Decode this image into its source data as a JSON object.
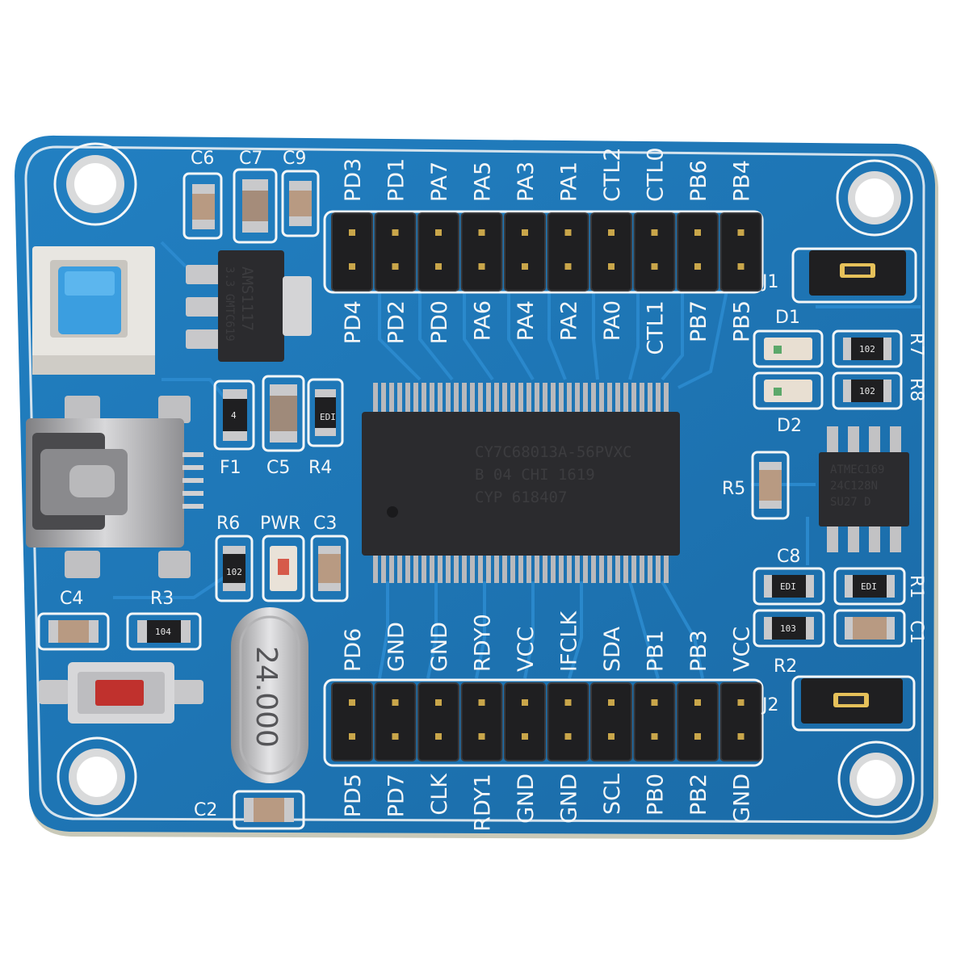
{
  "board": {
    "colors": {
      "pcb": "#1d74b4",
      "pcb_dark": "#155d94",
      "trace": "#2a86c8",
      "silkscreen": "#f4f6f7",
      "chip": "#2b2b2e",
      "header": "#1f1f21",
      "gold": "#c9a64a",
      "background": "#ffffff"
    },
    "top_refs": [
      "C6",
      "C7",
      "C9"
    ],
    "j1_top_labels": [
      "PD3",
      "PD1",
      "PA7",
      "PA5",
      "PA3",
      "PA1",
      "CTL2",
      "CTL0",
      "PB6",
      "PB4"
    ],
    "j1_bottom_labels": [
      "PD4",
      "PD2",
      "PD0",
      "PA6",
      "PA4",
      "PA2",
      "PA0",
      "CTL1",
      "PB7",
      "PB5"
    ],
    "j2_top_labels": [
      "PD6",
      "GND",
      "GND",
      "RDY0",
      "VCC",
      "IFCLK",
      "SDA",
      "PB1",
      "PB3",
      "VCC"
    ],
    "j2_bottom_labels": [
      "PD5",
      "PD7",
      "CLK",
      "RDY1",
      "GND",
      "GND",
      "SCL",
      "PB0",
      "PB2",
      "GND"
    ],
    "j1_label": "J1",
    "j2_label": "J2",
    "mid_refs": {
      "f1": "F1",
      "c5": "C5",
      "r4": "R4",
      "r6": "R6",
      "pwr": "PWR",
      "c3": "C3",
      "c4": "C4",
      "r3": "R3",
      "c2": "C2",
      "d1": "D1",
      "d2": "D2",
      "r7": "R7",
      "r8": "R8",
      "r5": "R5",
      "c8": "C8",
      "r1": "R1",
      "c1": "C1",
      "r2": "R2"
    },
    "main_chip": {
      "line1": "CY7C68013A-56PVXC",
      "line2": "B  04 CHI 1619",
      "line3": "CYP 618407"
    },
    "eeprom": {
      "line1": "ATMEC169",
      "line2": "24C128N",
      "line3": "SU27 D"
    },
    "regulator": {
      "line1": "AMS1117",
      "line2": "3.3 GMTC619"
    },
    "crystal": "24.000",
    "resistor_codes": {
      "r7": "102",
      "r8": "102",
      "r4": "EDI",
      "r6": "102",
      "r3": "104",
      "c8a": "EDI",
      "r1": "EDI",
      "r2": "103",
      "f1": "4"
    }
  }
}
